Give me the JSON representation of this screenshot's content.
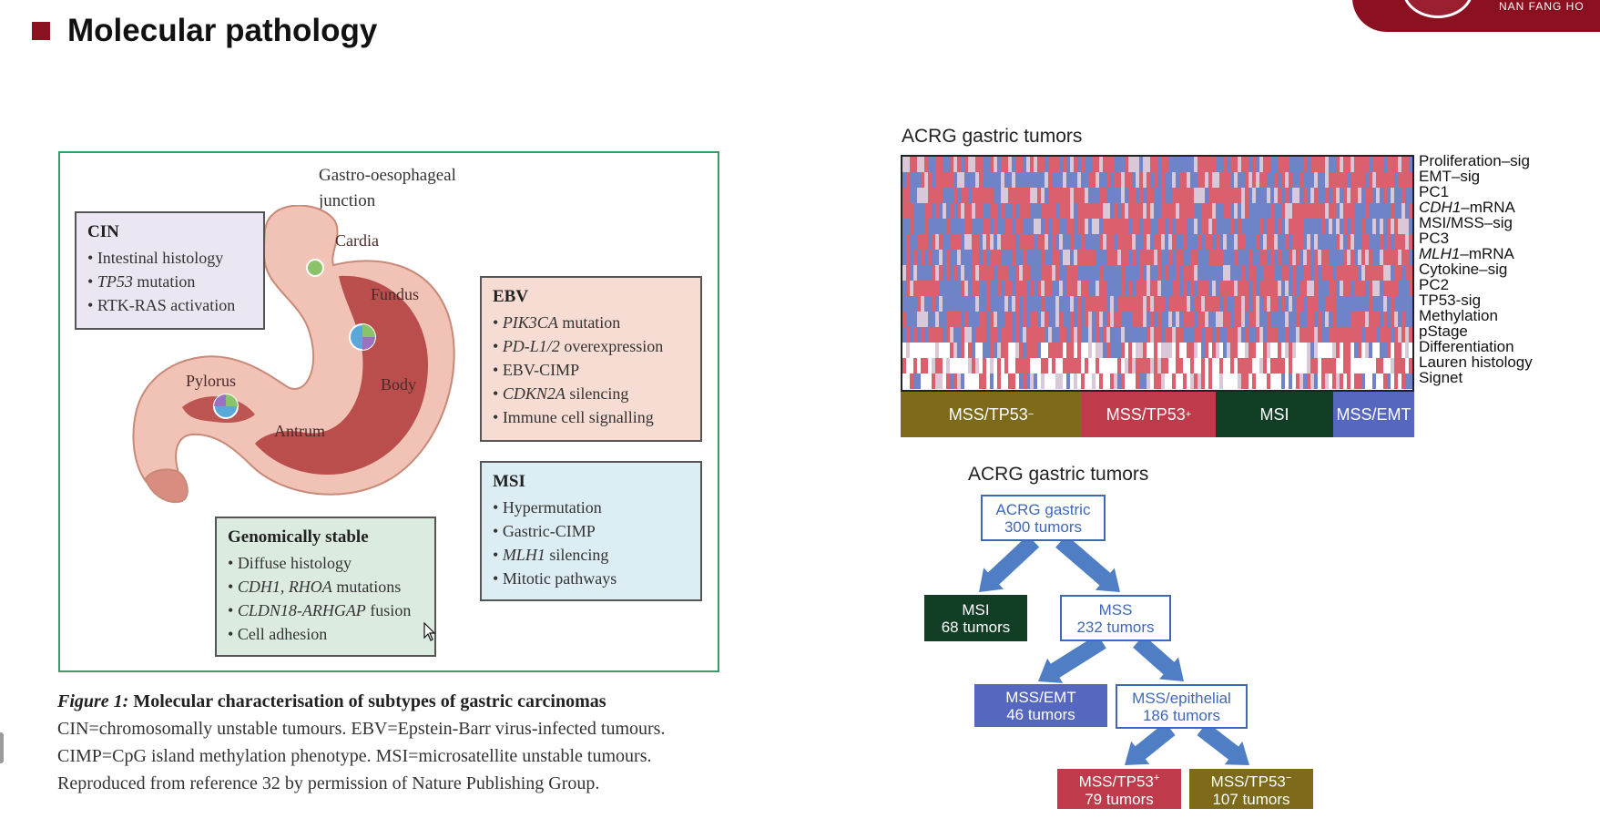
{
  "slide": {
    "title": "Molecular pathology",
    "logo_text": "NAN FANG HO",
    "accent_color": "#8b1020"
  },
  "figure": {
    "junction_label_line1": "Gastro-oesophageal",
    "junction_label_line2": "junction",
    "organ_labels": {
      "cardia": "Cardia",
      "fundus": "Fundus",
      "pylorus": "Pylorus",
      "body": "Body",
      "antrum": "Antrum"
    },
    "boxes": {
      "cin": {
        "title": "CIN",
        "items": [
          "Intestinal histology",
          "TP53",
          " mutation",
          "RTK-RAS activation"
        ]
      },
      "ebv": {
        "title": "EBV",
        "items": [
          "PIK3CA",
          " mutation",
          "PD-L1/2",
          " overexpression",
          "EBV-CIMP",
          "CDKN2A",
          " silencing",
          "Immune cell signalling"
        ]
      },
      "msi": {
        "title": "MSI",
        "items": [
          "Hypermutation",
          "Gastric-CIMP",
          "MLH1",
          " silencing",
          "Mitotic pathways"
        ]
      },
      "gs": {
        "title": "Genomically stable",
        "items": [
          "Diffuse histology",
          "CDH1, RHOA",
          " mutations",
          "CLDN18-ARHGAP",
          " fusion",
          "Cell adhesion"
        ]
      }
    },
    "box_colors": {
      "cin": "#ebe6f1",
      "ebv": "#f7dcd3",
      "msi": "#dcedf4",
      "gs": "#dcebe0",
      "frame": "#3a9a6c"
    },
    "caption": {
      "figure_no": "Figure 1:",
      "heading": " Molecular characterisation of subtypes of gastric carcinomas",
      "body": "CIN=chromosomally unstable tumours. EBV=Epstein-Barr virus-infected tumours. CIMP=CpG island methylation phenotype. MSI=microsatellite unstable tumours. Reproduced from reference 32 by permission of Nature Publishing Group."
    }
  },
  "heatmap": {
    "title": "ACRG gastric tumors",
    "rows": [
      "Proliferation–sig",
      "EMT–sig",
      "PC1",
      "CDH1",
      "–mRNA",
      "MSI/MSS–sig",
      "PC3",
      "MLH1",
      "–mRNA",
      "Cytokine–sig",
      "PC2",
      "TP53-sig",
      "Methylation",
      "pStage",
      "Differentiation",
      "Lauren histology",
      "Signet"
    ],
    "colors": {
      "high": "#d9606c",
      "low": "#6f83c9",
      "mid": "#d8c8d8"
    },
    "subtypes": [
      {
        "label": "MSS/TP53",
        "sup": "−",
        "color": "#7d6a1a"
      },
      {
        "label": "MSS/TP53",
        "sup": "+",
        "color": "#bf3a4a"
      },
      {
        "label": "MSI",
        "sup": "",
        "color": "#123e26"
      },
      {
        "label": "MSS/EMT",
        "sup": "",
        "color": "#5567be"
      }
    ]
  },
  "tree": {
    "title": "ACRG gastric tumors",
    "root": {
      "line1": "ACRG gastric",
      "line2": "300 tumors"
    },
    "msi": {
      "line1": "MSI",
      "line2": "68 tumors",
      "color": "#123e26"
    },
    "mss": {
      "line1": "MSS",
      "line2": "232 tumors"
    },
    "emt": {
      "line1": "MSS/EMT",
      "line2": "46 tumors",
      "color": "#5567be"
    },
    "epithelial": {
      "line1": "MSS/epithelial",
      "line2": "186 tumors"
    },
    "tp53pos": {
      "line1": "MSS/TP53",
      "sup": "+",
      "line2": "79 tumors",
      "color": "#bf3a4a"
    },
    "tp53neg": {
      "line1": "MSS/TP53",
      "sup": "−",
      "line2": "107 tumors",
      "color": "#7d6a1a"
    },
    "arrow_color": "#4f7ec4"
  }
}
